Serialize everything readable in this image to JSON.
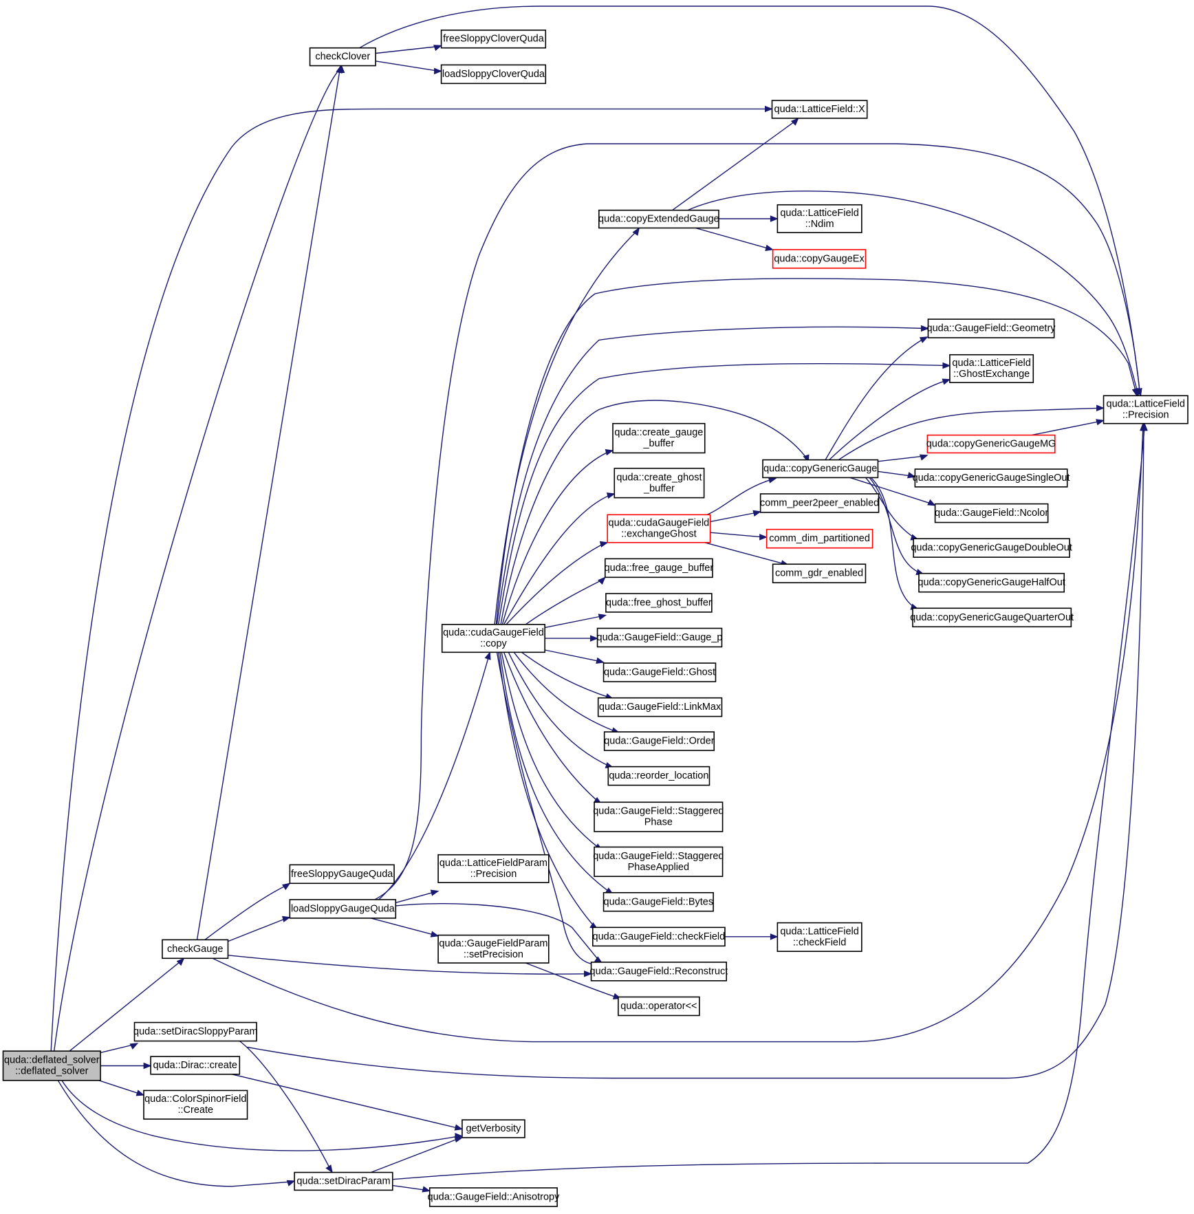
{
  "diagram": {
    "kind": "doxygen call graph",
    "colors": {
      "edge": "#191970",
      "node_border": "#000000",
      "node_border_truncated": "#ff0000",
      "node_fill": "#ffffff",
      "root_fill": "#bfbfbf"
    },
    "nodes": [
      {
        "id": "deflated_solver",
        "lines": [
          "quda::deflated_solver",
          "::deflated_solver"
        ],
        "root": true
      },
      {
        "id": "checkClover",
        "lines": [
          "checkClover"
        ]
      },
      {
        "id": "freeSloppyCloverQuda",
        "lines": [
          "freeSloppyCloverQuda"
        ]
      },
      {
        "id": "loadSloppyCloverQuda",
        "lines": [
          "loadSloppyCloverQuda"
        ]
      },
      {
        "id": "LF_X",
        "lines": [
          "quda::LatticeField::X"
        ]
      },
      {
        "id": "LF_Precision",
        "lines": [
          "quda::LatticeField",
          "::Precision"
        ]
      },
      {
        "id": "copyExtendedGauge",
        "lines": [
          "quda::copyExtendedGauge"
        ]
      },
      {
        "id": "LF_Ndim",
        "lines": [
          "quda::LatticeField",
          "::Ndim"
        ]
      },
      {
        "id": "copyGaugeEx",
        "lines": [
          "quda::copyGaugeEx"
        ],
        "truncated": true
      },
      {
        "id": "GF_Geometry",
        "lines": [
          "quda::GaugeField::Geometry"
        ]
      },
      {
        "id": "LF_GhostExchange",
        "lines": [
          "quda::LatticeField",
          "::GhostExchange"
        ]
      },
      {
        "id": "create_gauge_buffer",
        "lines": [
          "quda::create_gauge",
          "_buffer"
        ]
      },
      {
        "id": "create_ghost_buffer",
        "lines": [
          "quda::create_ghost",
          "_buffer"
        ]
      },
      {
        "id": "copyGenericGauge",
        "lines": [
          "quda::copyGenericGauge"
        ]
      },
      {
        "id": "copyGenericGaugeMG",
        "lines": [
          "quda::copyGenericGaugeMG"
        ],
        "truncated": true
      },
      {
        "id": "copyGenericGaugeSingleOut",
        "lines": [
          "quda::copyGenericGaugeSingleOut"
        ]
      },
      {
        "id": "GF_Ncolor",
        "lines": [
          "quda::GaugeField::Ncolor"
        ]
      },
      {
        "id": "copyGenericGaugeDoubleOut",
        "lines": [
          "quda::copyGenericGaugeDoubleOut"
        ]
      },
      {
        "id": "copyGenericGaugeHalfOut",
        "lines": [
          "quda::copyGenericGaugeHalfOut"
        ]
      },
      {
        "id": "copyGenericGaugeQuarterOut",
        "lines": [
          "quda::copyGenericGaugeQuarterOut"
        ]
      },
      {
        "id": "exchangeGhost",
        "lines": [
          "quda::cudaGaugeField",
          "::exchangeGhost"
        ],
        "truncated": true
      },
      {
        "id": "comm_peer2peer_enabled",
        "lines": [
          "comm_peer2peer_enabled"
        ]
      },
      {
        "id": "comm_dim_partitioned",
        "lines": [
          "comm_dim_partitioned"
        ],
        "truncated": true
      },
      {
        "id": "comm_gdr_enabled",
        "lines": [
          "comm_gdr_enabled"
        ]
      },
      {
        "id": "free_gauge_buffer",
        "lines": [
          "quda::free_gauge_buffer"
        ]
      },
      {
        "id": "free_ghost_buffer",
        "lines": [
          "quda::free_ghost_buffer"
        ]
      },
      {
        "id": "cudaGF_copy",
        "lines": [
          "quda::cudaGaugeField",
          "::copy"
        ]
      },
      {
        "id": "GF_Gauge_p",
        "lines": [
          "quda::GaugeField::Gauge_p"
        ]
      },
      {
        "id": "GF_Ghost",
        "lines": [
          "quda::GaugeField::Ghost"
        ]
      },
      {
        "id": "GF_LinkMax",
        "lines": [
          "quda::GaugeField::LinkMax"
        ]
      },
      {
        "id": "GF_Order",
        "lines": [
          "quda::GaugeField::Order"
        ]
      },
      {
        "id": "reorder_location",
        "lines": [
          "quda::reorder_location"
        ]
      },
      {
        "id": "GF_StaggeredPhase",
        "lines": [
          "quda::GaugeField::Staggered",
          "Phase"
        ]
      },
      {
        "id": "GF_StaggeredPhaseApplied",
        "lines": [
          "quda::GaugeField::Staggered",
          "PhaseApplied"
        ]
      },
      {
        "id": "GF_Bytes",
        "lines": [
          "quda::GaugeField::Bytes"
        ]
      },
      {
        "id": "GF_checkField",
        "lines": [
          "quda::GaugeField::checkField"
        ]
      },
      {
        "id": "LF_checkField",
        "lines": [
          "quda::LatticeField",
          "::checkField"
        ]
      },
      {
        "id": "GF_Reconstruct",
        "lines": [
          "quda::GaugeField::Reconstruct"
        ]
      },
      {
        "id": "operator_ll",
        "lines": [
          "quda::operator<<"
        ]
      },
      {
        "id": "freeSloppyGaugeQuda",
        "lines": [
          "freeSloppyGaugeQuda"
        ]
      },
      {
        "id": "loadSloppyGaugeQuda",
        "lines": [
          "loadSloppyGaugeQuda"
        ]
      },
      {
        "id": "LFParam_Precision",
        "lines": [
          "quda::LatticeFieldParam",
          "::Precision"
        ]
      },
      {
        "id": "GFParam_setPrecision",
        "lines": [
          "quda::GaugeFieldParam",
          "::setPrecision"
        ]
      },
      {
        "id": "checkGauge",
        "lines": [
          "checkGauge"
        ]
      },
      {
        "id": "setDiracSloppyParam",
        "lines": [
          "quda::setDiracSloppyParam"
        ]
      },
      {
        "id": "Dirac_create",
        "lines": [
          "quda::Dirac::create"
        ]
      },
      {
        "id": "CSF_Create",
        "lines": [
          "quda::ColorSpinorField",
          "::Create"
        ]
      },
      {
        "id": "getVerbosity",
        "lines": [
          "getVerbosity"
        ]
      },
      {
        "id": "setDiracParam",
        "lines": [
          "quda::setDiracParam"
        ]
      },
      {
        "id": "GF_Anisotropy",
        "lines": [
          "quda::GaugeField::Anisotropy"
        ]
      }
    ]
  }
}
